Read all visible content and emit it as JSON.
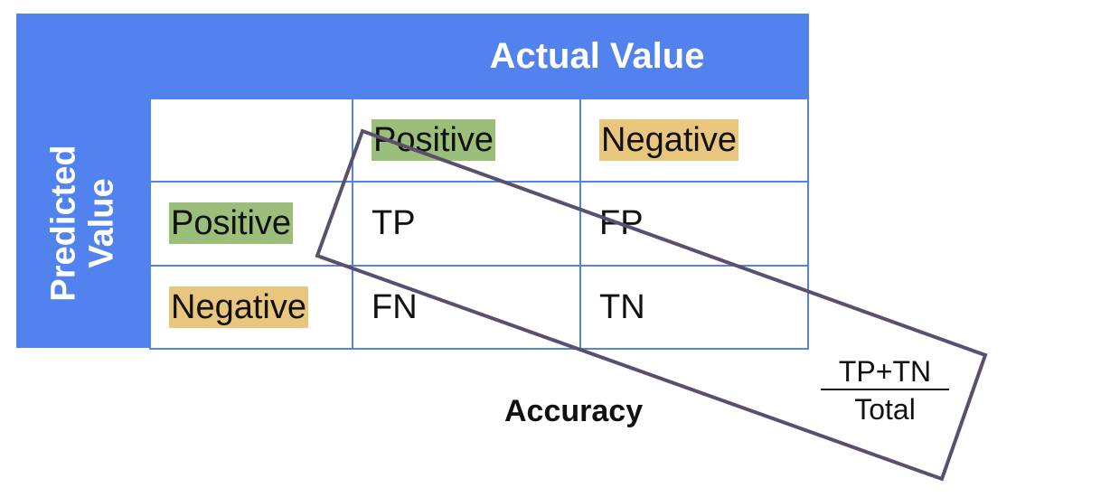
{
  "header": {
    "title": "Actual Value"
  },
  "side": {
    "line1": "Predicted",
    "line2": "Value"
  },
  "columns": [
    "Positive",
    "Negative"
  ],
  "rows": [
    {
      "label": "Positive",
      "cells": [
        "TP",
        "FP"
      ]
    },
    {
      "label": "Negative",
      "cells": [
        "FN",
        "TN"
      ]
    }
  ],
  "accuracy": {
    "label": "Accuracy",
    "numerator": "TP+TN",
    "denominator": "Total"
  },
  "colors": {
    "blue": "#5282ee",
    "positive_highlight": "#9bbf7a",
    "negative_highlight": "#e9c67d",
    "diagonal_box": "#5a4f6e"
  }
}
